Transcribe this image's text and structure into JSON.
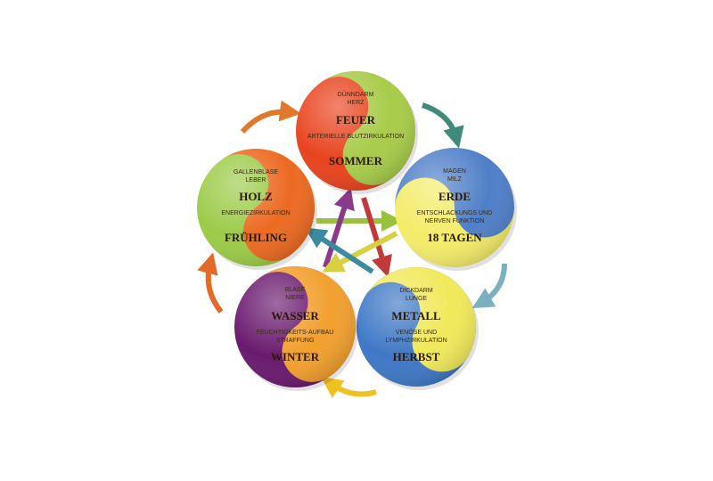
{
  "elements": [
    {
      "name": "FEUER",
      "organs": [
        "DÜNNDARM",
        "HERZ"
      ],
      "function": [
        "ARTERIELLE BLUTZIRKULATION"
      ],
      "season": "SOMMER",
      "color_a": "#e8431e",
      "color_b": "#a8cc4a",
      "rotation": -35
    },
    {
      "name": "ERDE",
      "organs": [
        "MAGEN",
        "MILZ"
      ],
      "function": [
        "ENTSCHLACKUNGS UND",
        "NERVEN FUNKTION"
      ],
      "season": "18 TAGEN",
      "color_a": "#f3ec6a",
      "color_b": "#4f7fc8",
      "rotation": -90
    },
    {
      "name": "METALL",
      "organs": [
        "DICKDARM",
        "LUNGE"
      ],
      "function": [
        "VENÖSE UND",
        "LYMPHZIRKULATION"
      ],
      "season": "HERBST",
      "color_a": "#3f78c6",
      "color_b": "#f1e95a",
      "rotation": -60
    },
    {
      "name": "WASSER",
      "organs": [
        "BLASE",
        "NIERE"
      ],
      "function": [
        "FEUCHTIGKEITS-AUFBAU",
        "STRAFFUNG"
      ],
      "season": "WINTER",
      "color_a": "#6a1a6e",
      "color_b": "#f2a02e",
      "rotation": -35
    },
    {
      "name": "HOLZ",
      "organs": [
        "GALLENBLASE",
        "LEBER"
      ],
      "function": [
        "ENERGIEZIRKULATION"
      ],
      "season": "FRÜHLING",
      "color_a": "#9ccb48",
      "color_b": "#ec6a22",
      "rotation": -35
    }
  ]
}
